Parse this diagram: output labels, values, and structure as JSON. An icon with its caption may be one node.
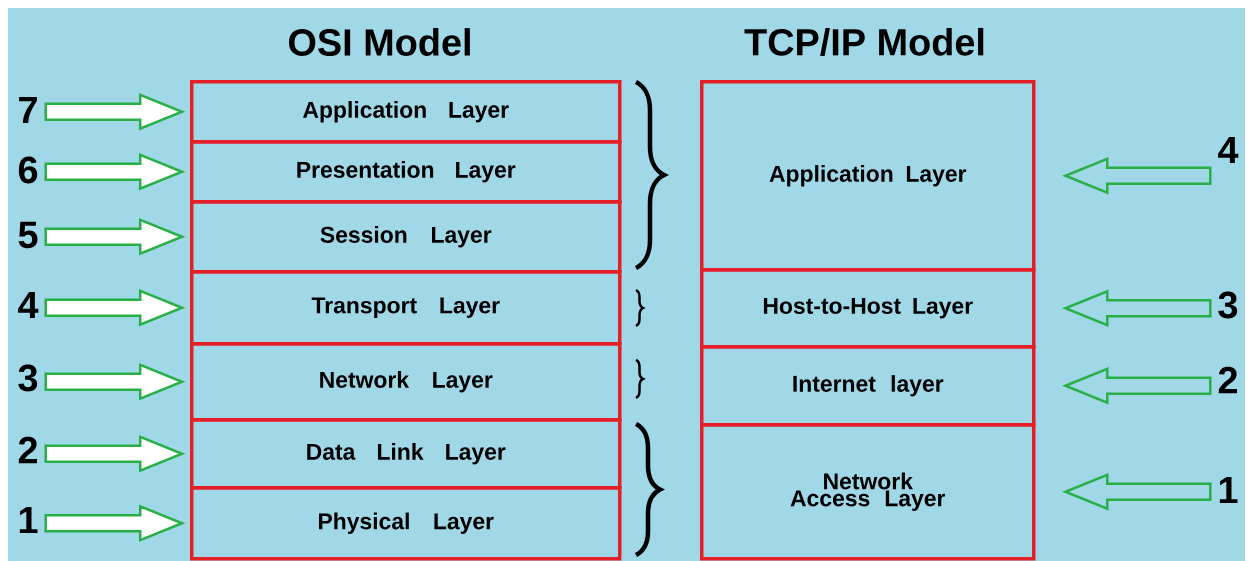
{
  "diagram": {
    "nodes": [
      {
        "text": [
          "Application Layer"
        ]
      },
      {
        "text": [
          "Presentation Layer"
        ]
      },
      {
        "text": [
          "Session Layer"
        ]
      },
      {
        "text": [
          "Transport Layer"
        ]
      },
      {
        "text": [
          "Network Layer"
        ]
      },
      {
        "text": [
          "Data Link Layer"
        ]
      },
      {
        "text": [
          "Physical Layer"
        ]
      },
      {
        "text": [
          "Application Layer"
        ]
      },
      {
        "text": [
          "Host-to-Host Layer"
        ]
      },
      {
        "text": [
          "Internet layer"
        ]
      },
      {
        "text": [
          "Network Access Layer"
        ]
      },
      {
        "text": [
          "7"
        ]
      },
      {
        "text": [
          "6"
        ]
      },
      {
        "text": [
          "5"
        ]
      },
      {
        "text": [
          "4"
        ]
      },
      {
        "text": [
          "3"
        ]
      },
      {
        "text": [
          "2"
        ]
      },
      {
        "text": [
          "1"
        ]
      },
      {
        "text": [
          "4"
        ]
      },
      {
        "text": [
          "3"
        ]
      },
      {
        "text": [
          "2"
        ]
      },
      {
        "text": [
          "1"
        ]
      }
    ],
    "edges": [
      {
        "from": 11,
        "to": 0,
        "arrow": "to"
      },
      {
        "from": 12,
        "to": 1,
        "arrow": "to"
      },
      {
        "from": 13,
        "to": 2,
        "arrow": "to"
      },
      {
        "from": 14,
        "to": 3,
        "arrow": "to"
      },
      {
        "from": 15,
        "to": 4,
        "arrow": "to"
      },
      {
        "from": 16,
        "to": 5,
        "arrow": "to"
      },
      {
        "from": 17,
        "to": 6,
        "arrow": "to"
      },
      {
        "from": 18,
        "to": 7,
        "arrow": "to"
      },
      {
        "from": 19,
        "to": 8,
        "arrow": "to"
      },
      {
        "from": 20,
        "to": 9,
        "arrow": "to"
      },
      {
        "from": 21,
        "to": 10,
        "arrow": "to"
      }
    ],
    "labels": [
      "OSI Model",
      "TCP/IP Model"
    ]
  }
}
